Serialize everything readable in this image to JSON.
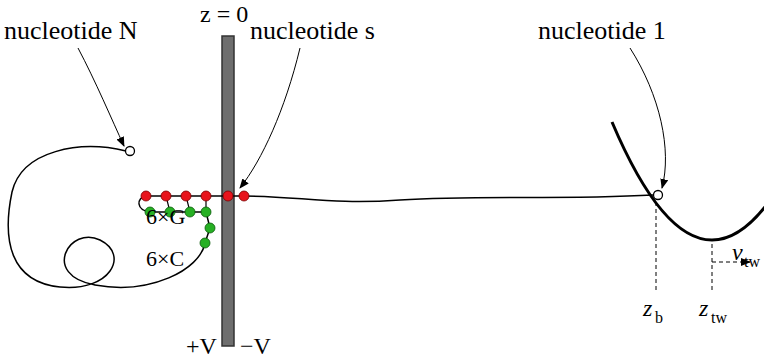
{
  "diagram": {
    "labels": [
      "z = 0",
      "nucleotide N",
      "nucleotide s",
      "nucleotide 1",
      "6×G",
      "6×C",
      "+V",
      "−V",
      "z",
      "b",
      "z",
      "tw",
      "v",
      "tw"
    ]
  }
}
